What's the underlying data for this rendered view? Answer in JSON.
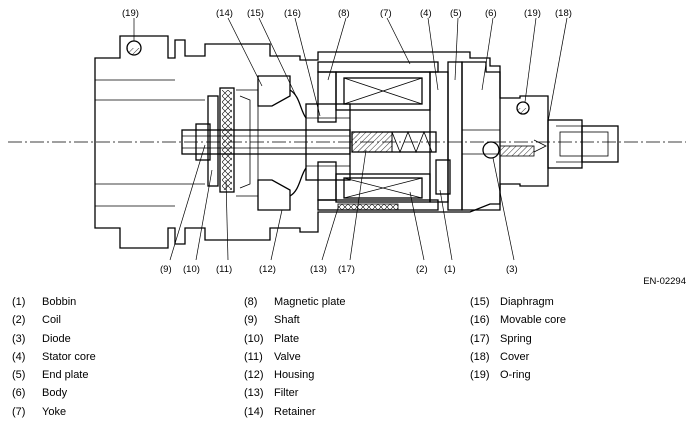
{
  "figure": {
    "code": "EN-02294",
    "callouts": [
      {
        "id": "c19a",
        "text": "(19)"
      },
      {
        "id": "c14",
        "text": "(14)"
      },
      {
        "id": "c15",
        "text": "(15)"
      },
      {
        "id": "c16",
        "text": "(16)"
      },
      {
        "id": "c8",
        "text": "(8)"
      },
      {
        "id": "c7",
        "text": "(7)"
      },
      {
        "id": "c4",
        "text": "(4)"
      },
      {
        "id": "c5",
        "text": "(5)"
      },
      {
        "id": "c6",
        "text": "(6)"
      },
      {
        "id": "c19b",
        "text": "(19)"
      },
      {
        "id": "c18",
        "text": "(18)"
      },
      {
        "id": "c9",
        "text": "(9)"
      },
      {
        "id": "c10",
        "text": "(10)"
      },
      {
        "id": "c11",
        "text": "(11)"
      },
      {
        "id": "c12",
        "text": "(12)"
      },
      {
        "id": "c13",
        "text": "(13)"
      },
      {
        "id": "c17",
        "text": "(17)"
      },
      {
        "id": "c2",
        "text": "(2)"
      },
      {
        "id": "c1",
        "text": "(1)"
      },
      {
        "id": "c3",
        "text": "(3)"
      }
    ]
  },
  "legend": {
    "columns": [
      [
        {
          "num": "(1)",
          "label": "Bobbin"
        },
        {
          "num": "(2)",
          "label": "Coil"
        },
        {
          "num": "(3)",
          "label": "Diode"
        },
        {
          "num": "(4)",
          "label": "Stator core"
        },
        {
          "num": "(5)",
          "label": "End plate"
        },
        {
          "num": "(6)",
          "label": "Body"
        },
        {
          "num": "(7)",
          "label": "Yoke"
        }
      ],
      [
        {
          "num": "(8)",
          "label": "Magnetic plate"
        },
        {
          "num": "(9)",
          "label": "Shaft"
        },
        {
          "num": "(10)",
          "label": "Plate"
        },
        {
          "num": "(11)",
          "label": "Valve"
        },
        {
          "num": "(12)",
          "label": "Housing"
        },
        {
          "num": "(13)",
          "label": "Filter"
        },
        {
          "num": "(14)",
          "label": "Retainer"
        }
      ],
      [
        {
          "num": "(15)",
          "label": "Diaphragm"
        },
        {
          "num": "(16)",
          "label": "Movable core"
        },
        {
          "num": "(17)",
          "label": "Spring"
        },
        {
          "num": "(18)",
          "label": "Cover"
        },
        {
          "num": "(19)",
          "label": "O-ring"
        }
      ]
    ]
  }
}
